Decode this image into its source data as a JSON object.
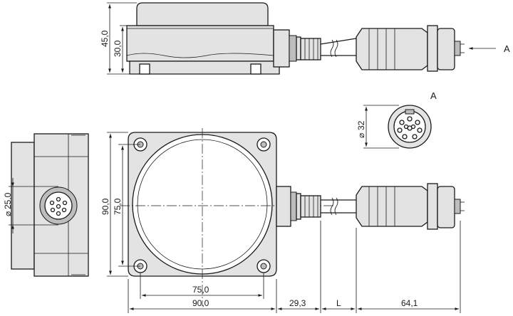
{
  "labels": {
    "view_arrow": "A",
    "view_title": "A"
  },
  "dimensions": {
    "side_height_total": "45,0",
    "side_height_body": "30,0",
    "connector_diameter_view": "32",
    "socket_diameter": "25,0",
    "front_height_outer": "90,0",
    "front_height_inner": "75,0",
    "front_width_inner": "75,0",
    "front_width_outer": "90,0",
    "cable_gland_length": "29,3",
    "cable_length": "L",
    "plug_length": "64,1"
  }
}
